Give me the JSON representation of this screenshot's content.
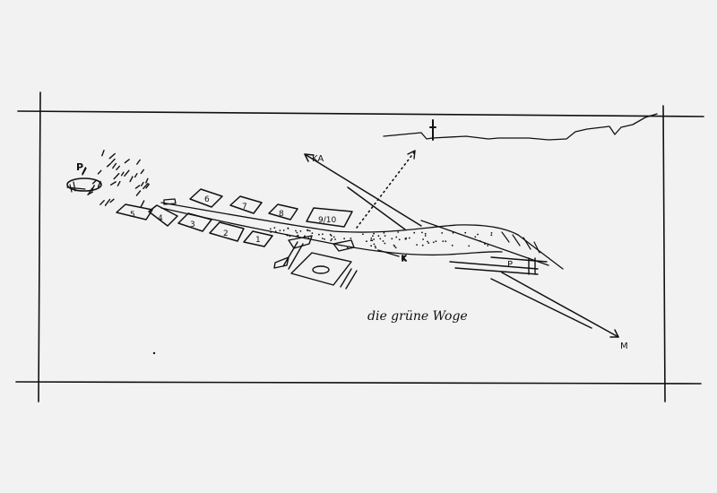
{
  "sketch": {
    "title": "die grüne Woge",
    "labels": {
      "parking_west": "P",
      "parking_east": "P",
      "direction_ka": "KA",
      "direction_m": "M",
      "k": "K"
    },
    "buildings": [
      "1",
      "2",
      "3",
      "4",
      "5",
      "6",
      "7",
      "8",
      "9/10"
    ],
    "colors": {
      "paper": "#f2f2f2",
      "ink": "#111111"
    }
  }
}
